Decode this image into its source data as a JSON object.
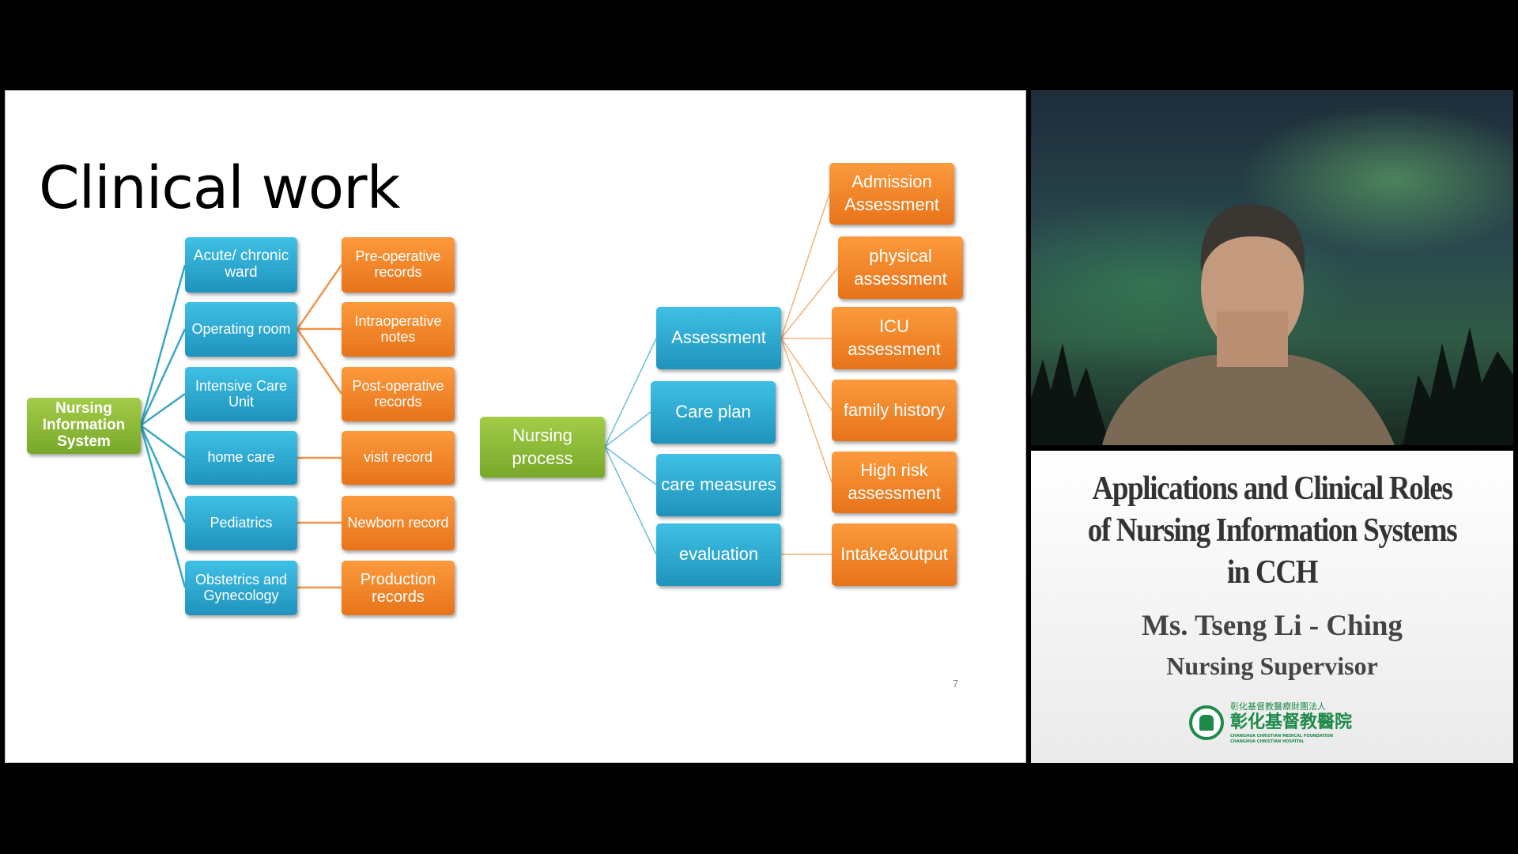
{
  "slide": {
    "title": "Clinical work",
    "page_number": "7",
    "root": "Nursing Information System",
    "departments": [
      "Acute/ chronic ward",
      "Operating room",
      "Intensive Care Unit",
      "home care",
      "Pediatrics",
      "Obstetrics and Gynecology"
    ],
    "records": [
      "Pre-operative records",
      "Intraoperative notes",
      "Post-operative records",
      "visit record",
      "Newborn record",
      "Production records"
    ],
    "process_root": "Nursing process",
    "process_steps": [
      "Assessment",
      "Care plan",
      "care measures",
      "evaluation"
    ],
    "assessments": [
      "Admission Assessment",
      "physical assessment",
      "ICU assessment",
      "family history",
      "High risk assessment",
      "Intake&output"
    ]
  },
  "info": {
    "heading_lines": [
      "Applications and Clinical Roles",
      "of Nursing Information Systems",
      "in CCH"
    ],
    "speaker": "Ms. Tseng Li - Ching",
    "role": "Nursing Supervisor",
    "logo": {
      "top": "彰化基督教醫療財團法人",
      "main": "彰化基督教醫院",
      "en1": "CHANGHUA CHRISTIAN MEDICAL FOUNDATION",
      "en2": "CHANGHUA CHRISTIAN HOSPITAL"
    }
  },
  "colors": {
    "blue": "#2aa8d2",
    "orange": "#f28a2e",
    "green": "#8cbb37"
  }
}
